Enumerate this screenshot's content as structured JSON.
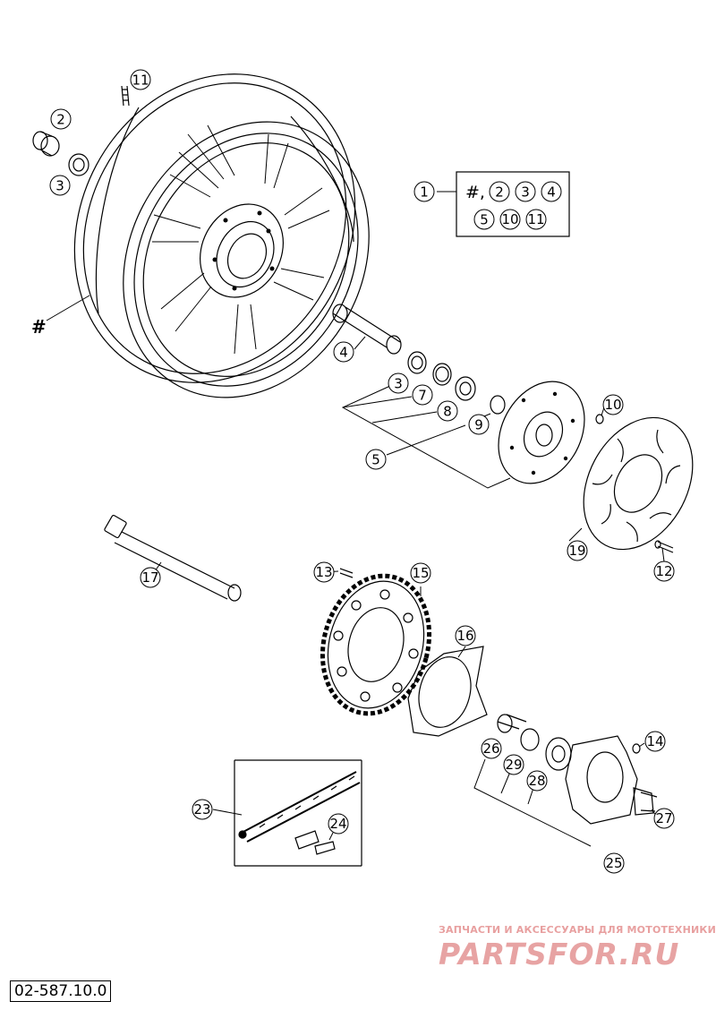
{
  "callouts": {
    "c1": "1",
    "c2": "2",
    "c3a": "3",
    "c3b": "3",
    "c4": "4",
    "c5": "5",
    "c7": "7",
    "c8": "8",
    "c9": "9",
    "c10": "10",
    "c11": "11",
    "c12": "12",
    "c13": "13",
    "c14": "14",
    "c15": "15",
    "c16": "16",
    "c17": "17",
    "c19": "19",
    "c23": "23",
    "c24": "24",
    "c25": "25",
    "c26": "26",
    "c27": "27",
    "c28": "28",
    "c29": "29"
  },
  "hash_label": "#",
  "kit": {
    "hash": "#,",
    "items_row1": [
      "2",
      "3",
      "4"
    ],
    "items_row2": [
      "5",
      "10",
      "11"
    ]
  },
  "watermark": {
    "tagline": "ЗАПЧАСТИ И АКСЕССУАРЫ ДЛЯ МОТОТЕХНИКИ",
    "brand": "PARTSFOR.RU"
  },
  "reference_number": "02-587.10.0",
  "colors": {
    "line": "#000000",
    "watermark": "#e7a3a3"
  }
}
